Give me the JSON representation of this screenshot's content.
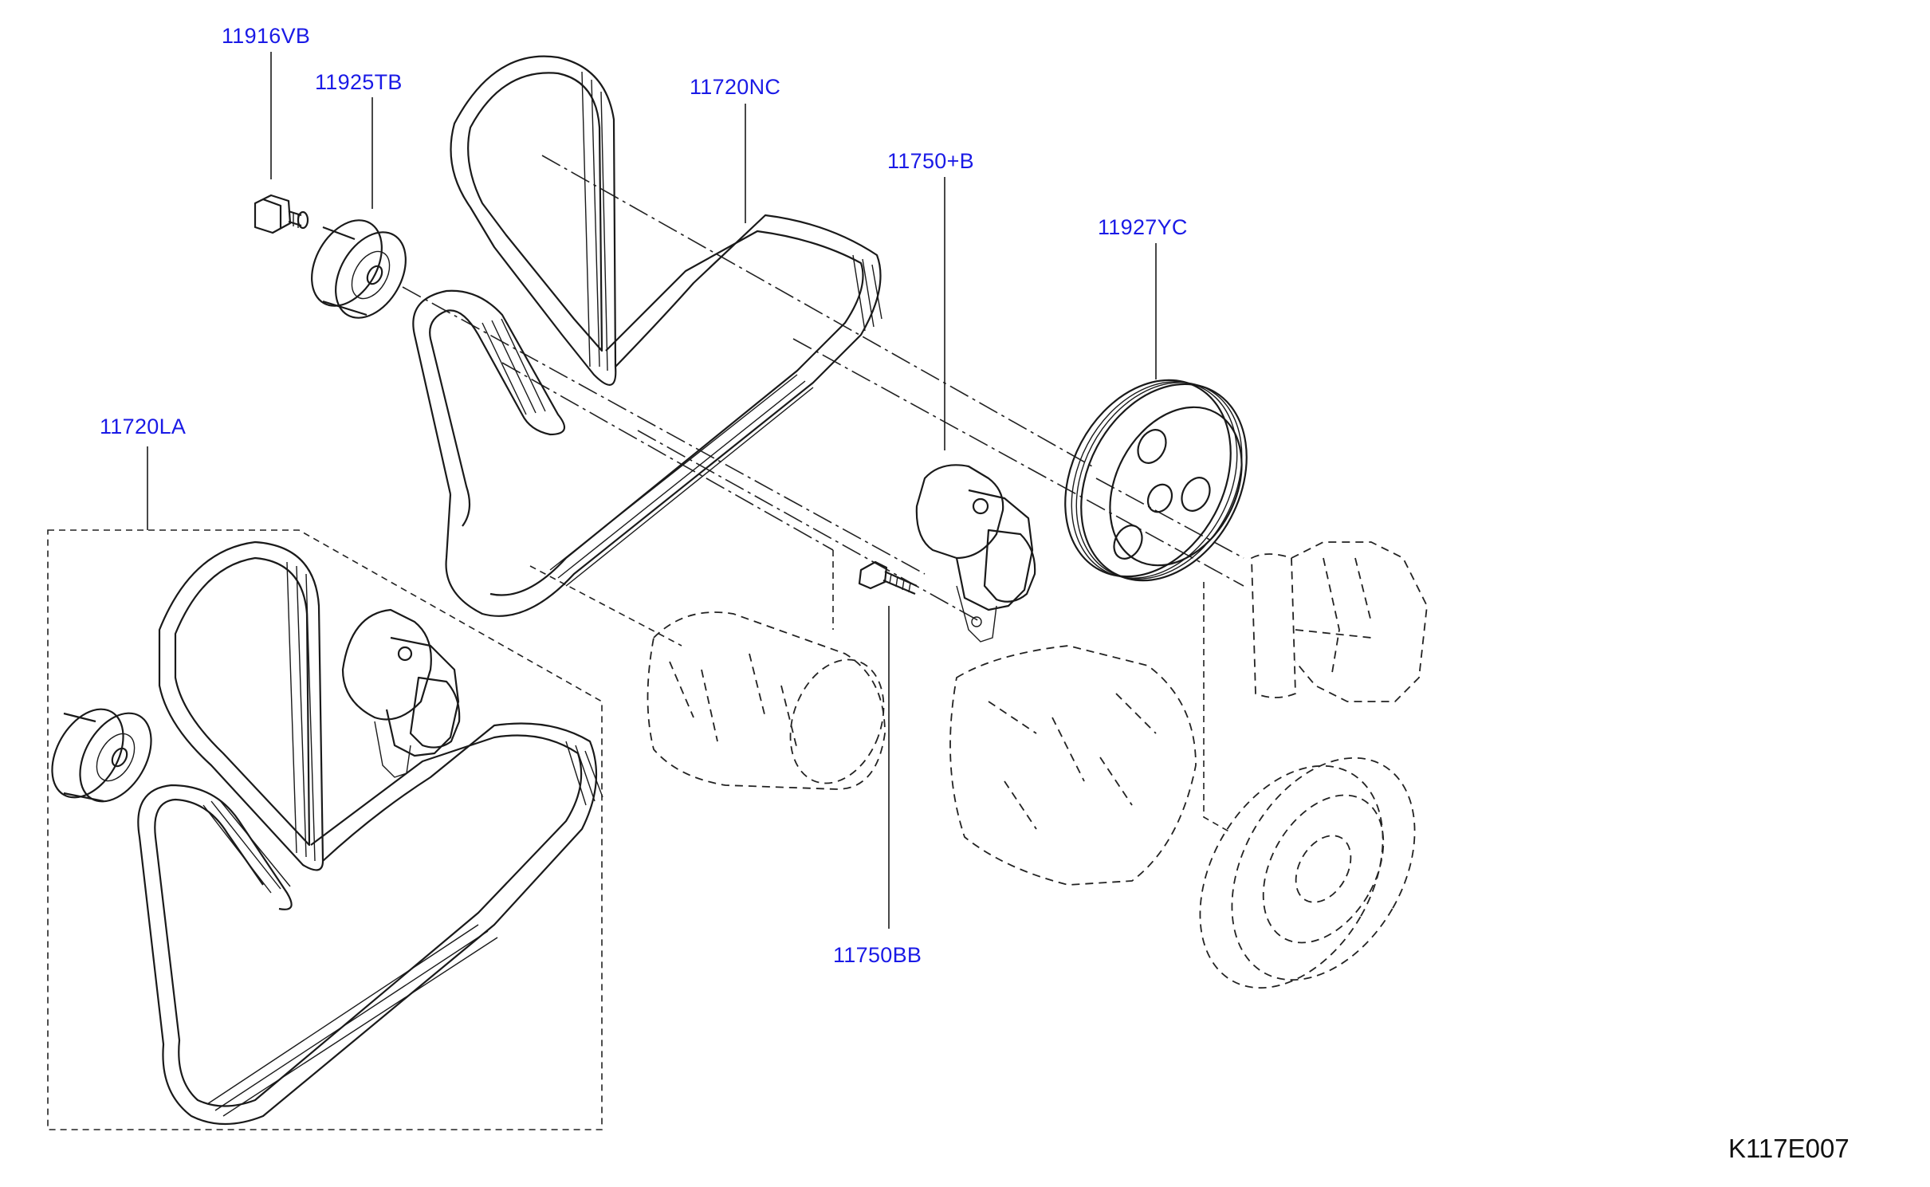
{
  "diagram": {
    "drawing_code": "K117E007",
    "parts": [
      {
        "id": "p1",
        "number": "11916VB",
        "name": "bolt"
      },
      {
        "id": "p2",
        "number": "11925TB",
        "name": "idler-pulley"
      },
      {
        "id": "p3",
        "number": "11720NC",
        "name": "drive-belt-upper"
      },
      {
        "id": "p4",
        "number": "11750+B",
        "name": "belt-tensioner"
      },
      {
        "id": "p5",
        "number": "11927YC",
        "name": "crank-pulley"
      },
      {
        "id": "p6",
        "number": "11720LA",
        "name": "drive-belt-kit"
      },
      {
        "id": "p7",
        "number": "11750BB",
        "name": "tensioner-bolt"
      }
    ]
  }
}
